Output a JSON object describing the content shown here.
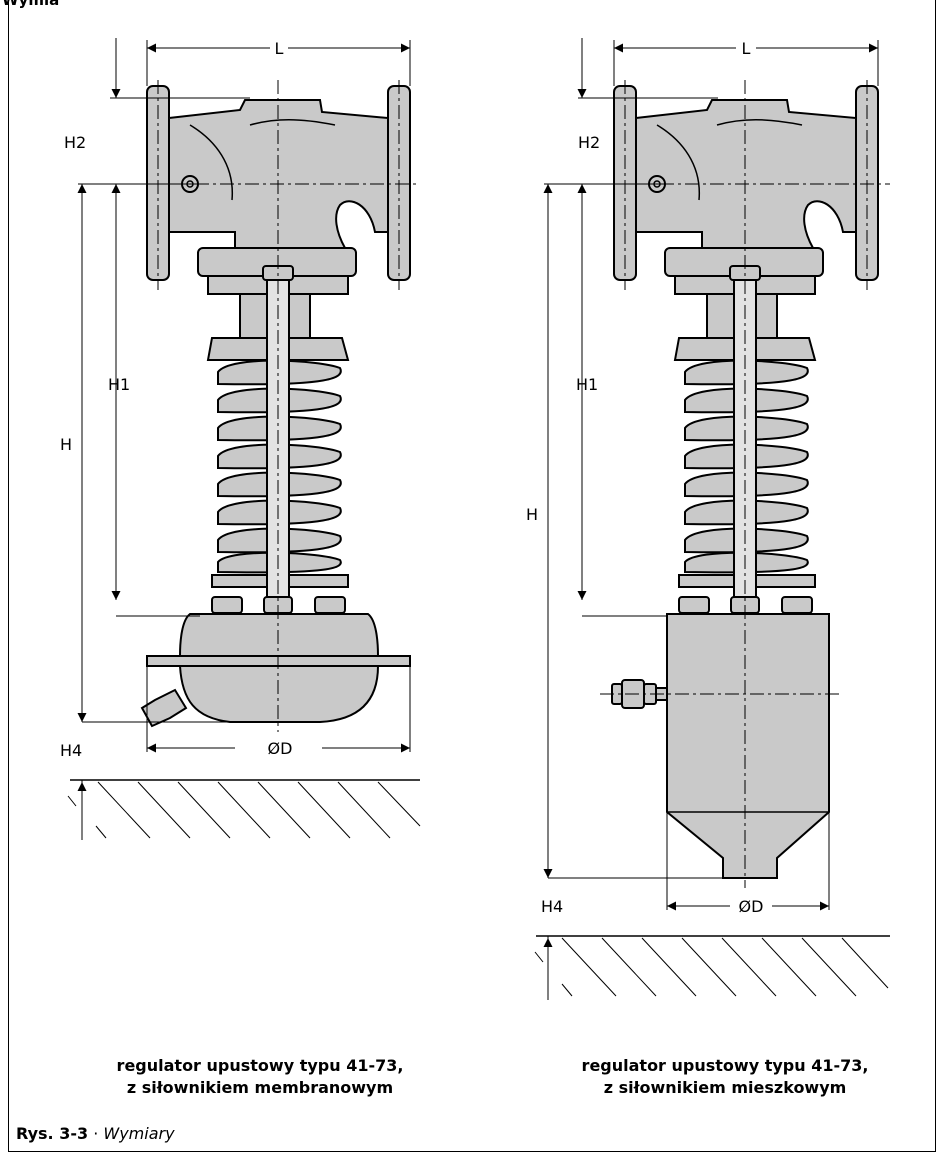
{
  "header_fragment": "Wymiary",
  "left_diagram": {
    "labels": {
      "L": "L",
      "H2": "H2",
      "H1": "H1",
      "H": "H",
      "H4": "H4",
      "D": "ØD"
    },
    "caption_line1": "regulator upustowy typu 41-73,",
    "caption_line2": "z siłownikiem membranowym"
  },
  "right_diagram": {
    "labels": {
      "L": "L",
      "H2": "H2",
      "H1": "H1",
      "H": "H",
      "H4": "H4",
      "D": "ØD"
    },
    "caption_line1": "regulator upustowy typu 41-73,",
    "caption_line2": "z siłownikiem mieszkowym"
  },
  "figure_caption": {
    "number": "Rys. 3-3",
    "separator": " · ",
    "title": "Wymiary"
  },
  "colors": {
    "body_fill": "#c9c9c9",
    "outline": "#000000",
    "background": "#ffffff"
  }
}
